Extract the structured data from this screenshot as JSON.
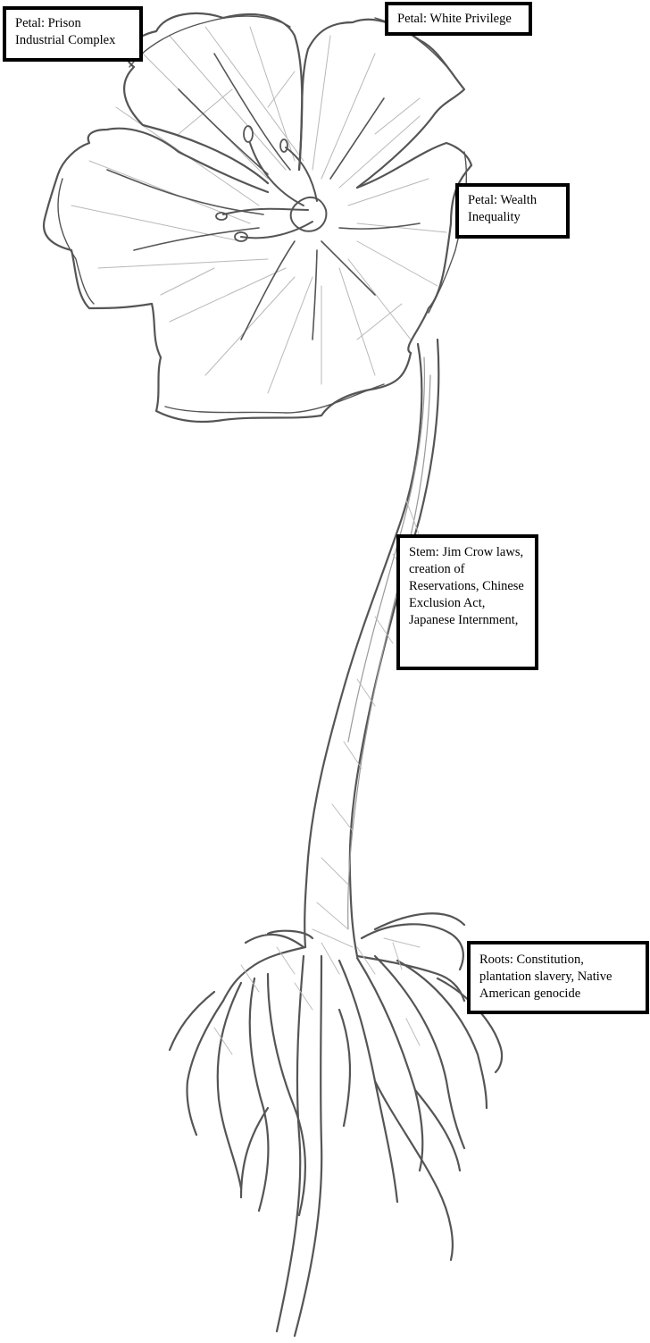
{
  "labels": {
    "petal_prison": "Petal: Prison Industrial Complex",
    "petal_white_privilege": "Petal: White Privilege",
    "petal_wealth": "Petal: Wealth Inequality",
    "stem": "Stem: Jim Crow laws, creation of Reservations, Chinese Exclusion Act, Japanese Internment,",
    "roots": "Roots: Constitution, plantation slavery, Native American genocide"
  },
  "colors": {
    "sketch_stroke": "#555555",
    "sketch_light": "#aaaaaa",
    "box_border": "#000000",
    "background": "#ffffff"
  }
}
